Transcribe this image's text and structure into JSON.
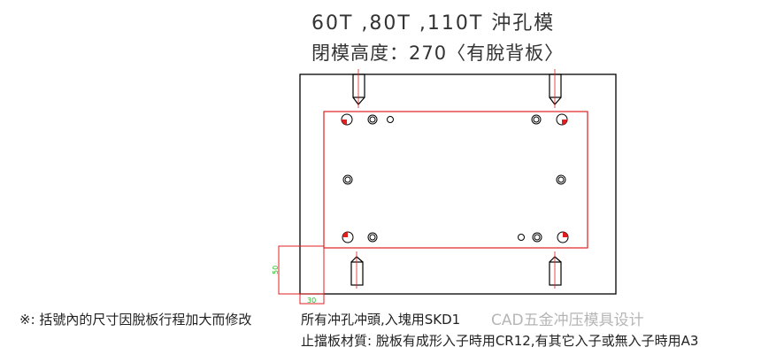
{
  "title": {
    "line1": "60T ,80T ,110T 沖孔模",
    "line2": "閉模高度：270〈有脫背板〉"
  },
  "notes": {
    "remark": "※: 括號內的尺寸因脫板行程加大而修改",
    "punch_material": "所有冲孔冲頭,入塊用SKD1",
    "stopper_material": "止擋板材質:   脫板有成形入子時用CR12,有其它入子或無入子時用A3"
  },
  "dimensions": {
    "vertical": "50",
    "horizontal": "30"
  },
  "watermark": "CAD五金冲压模具设计",
  "colors": {
    "outline": "#000000",
    "red": "#e02020",
    "dimension": "#22bb22"
  }
}
